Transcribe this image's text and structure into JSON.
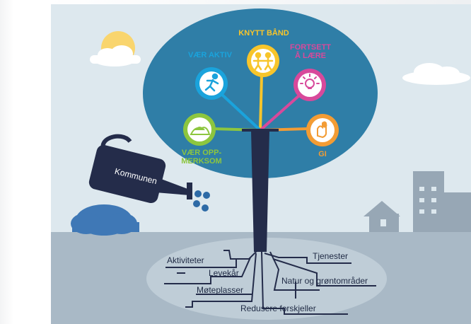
{
  "branches": {
    "knytt": {
      "label": "KNYTT BÅND",
      "color": "#f7c52b"
    },
    "aktiv": {
      "label": "VÆR AKTIV",
      "color": "#1aa3dc"
    },
    "laere": {
      "label": "FORTSETT\nÅ LÆRE",
      "color": "#d8499b"
    },
    "merksom": {
      "label": "VÆR OPP-\nMERKSOM",
      "color": "#8dc63f"
    },
    "gi": {
      "label": "GI",
      "color": "#f39c34"
    }
  },
  "watering_can": {
    "label": "Kommunen"
  },
  "roots": {
    "aktiviteter": "Aktiviteter",
    "levekar": "Levekår",
    "moteplasser": "Møteplasser",
    "redusere": "Redusere forskjeller",
    "tjenester": "Tjenester",
    "natur": "Natur og grøntområder"
  }
}
